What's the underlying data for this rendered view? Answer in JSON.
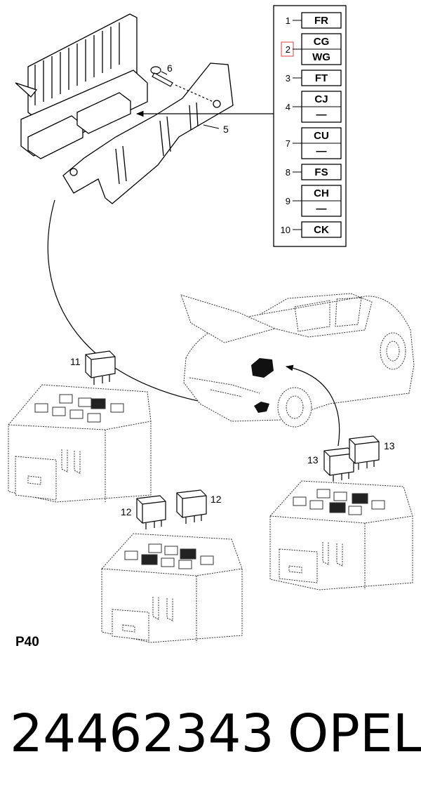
{
  "figure_label": "P40",
  "legend": {
    "items": [
      {
        "num": "1",
        "codes": [
          "FR"
        ]
      },
      {
        "num": "2",
        "codes": [
          "CG",
          "WG"
        ],
        "highlighted": true
      },
      {
        "num": "3",
        "codes": [
          "FT"
        ]
      },
      {
        "num": "4",
        "codes": [
          "CJ",
          "—"
        ]
      },
      {
        "num": "7",
        "codes": [
          "CU",
          "—"
        ]
      },
      {
        "num": "8",
        "codes": [
          "FS"
        ]
      },
      {
        "num": "9",
        "codes": [
          "CH",
          "—"
        ]
      },
      {
        "num": "10",
        "codes": [
          "CK"
        ]
      }
    ]
  },
  "callouts": {
    "screw": "6",
    "bracket": "5",
    "relay_11": "11",
    "relay_12a": "12",
    "relay_12b": "12",
    "relay_13a": "13",
    "relay_13b": "13"
  },
  "caption": {
    "part_number": "24462343",
    "brand": "OPEL"
  },
  "colors": {
    "highlight": "#e06060",
    "ink": "#000000"
  }
}
